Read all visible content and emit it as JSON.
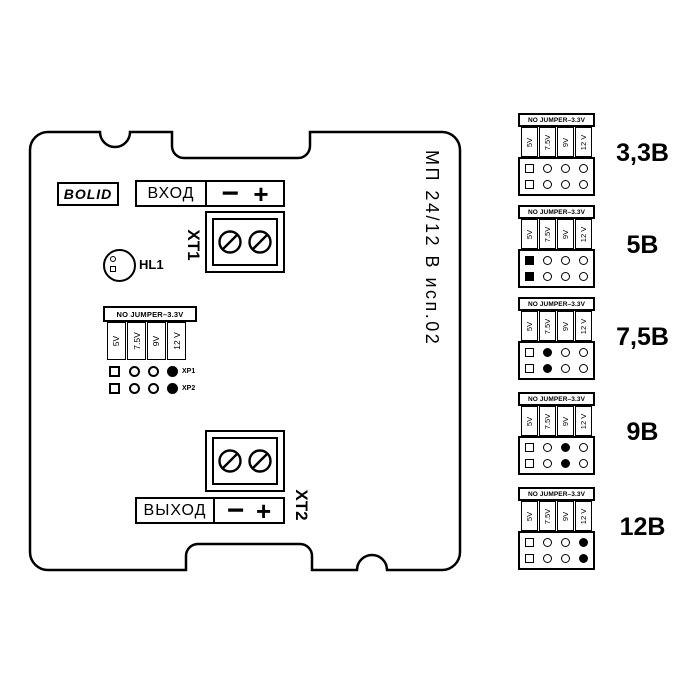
{
  "jumper": {
    "header": "NO JUMPER–3.3V",
    "columns": [
      "5V",
      "7.5V",
      "9V",
      "12 V"
    ]
  },
  "board": {
    "logo": "BOLID",
    "input_label": "ВХОД",
    "output_label": "ВЫХОД",
    "minus": "−",
    "plus": "+",
    "xt1_label": "XT1",
    "xt2_label": "XT2",
    "led_label": "HL1",
    "model_label": "МП 24/12 В исп.02",
    "xp_labels": [
      "XP1",
      "XP2"
    ],
    "default_filled_column": 3
  },
  "voltage_diagrams": [
    {
      "label": "3,3В",
      "filled_column": null
    },
    {
      "label": "5В",
      "filled_column": 0
    },
    {
      "label": "7,5В",
      "filled_column": 1
    },
    {
      "label": "9В",
      "filled_column": 2
    },
    {
      "label": "12В",
      "filled_column": 3
    }
  ]
}
